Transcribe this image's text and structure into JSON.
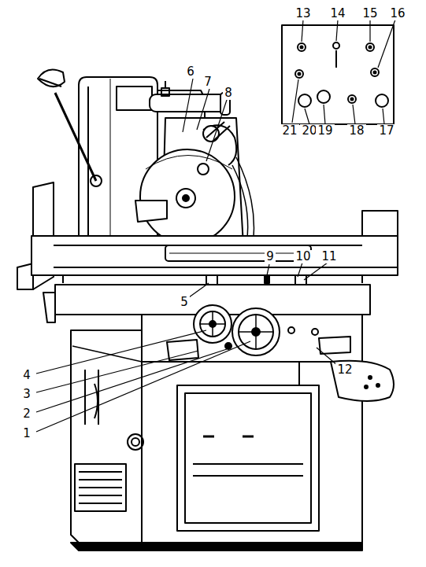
{
  "diagram": {
    "labels": [
      "13",
      "14",
      "15",
      "16",
      "21",
      "20",
      "19",
      "18",
      "17",
      "6",
      "7",
      "8",
      "5",
      "9",
      "10",
      "11",
      "12",
      "4",
      "3",
      "2",
      "1"
    ]
  }
}
